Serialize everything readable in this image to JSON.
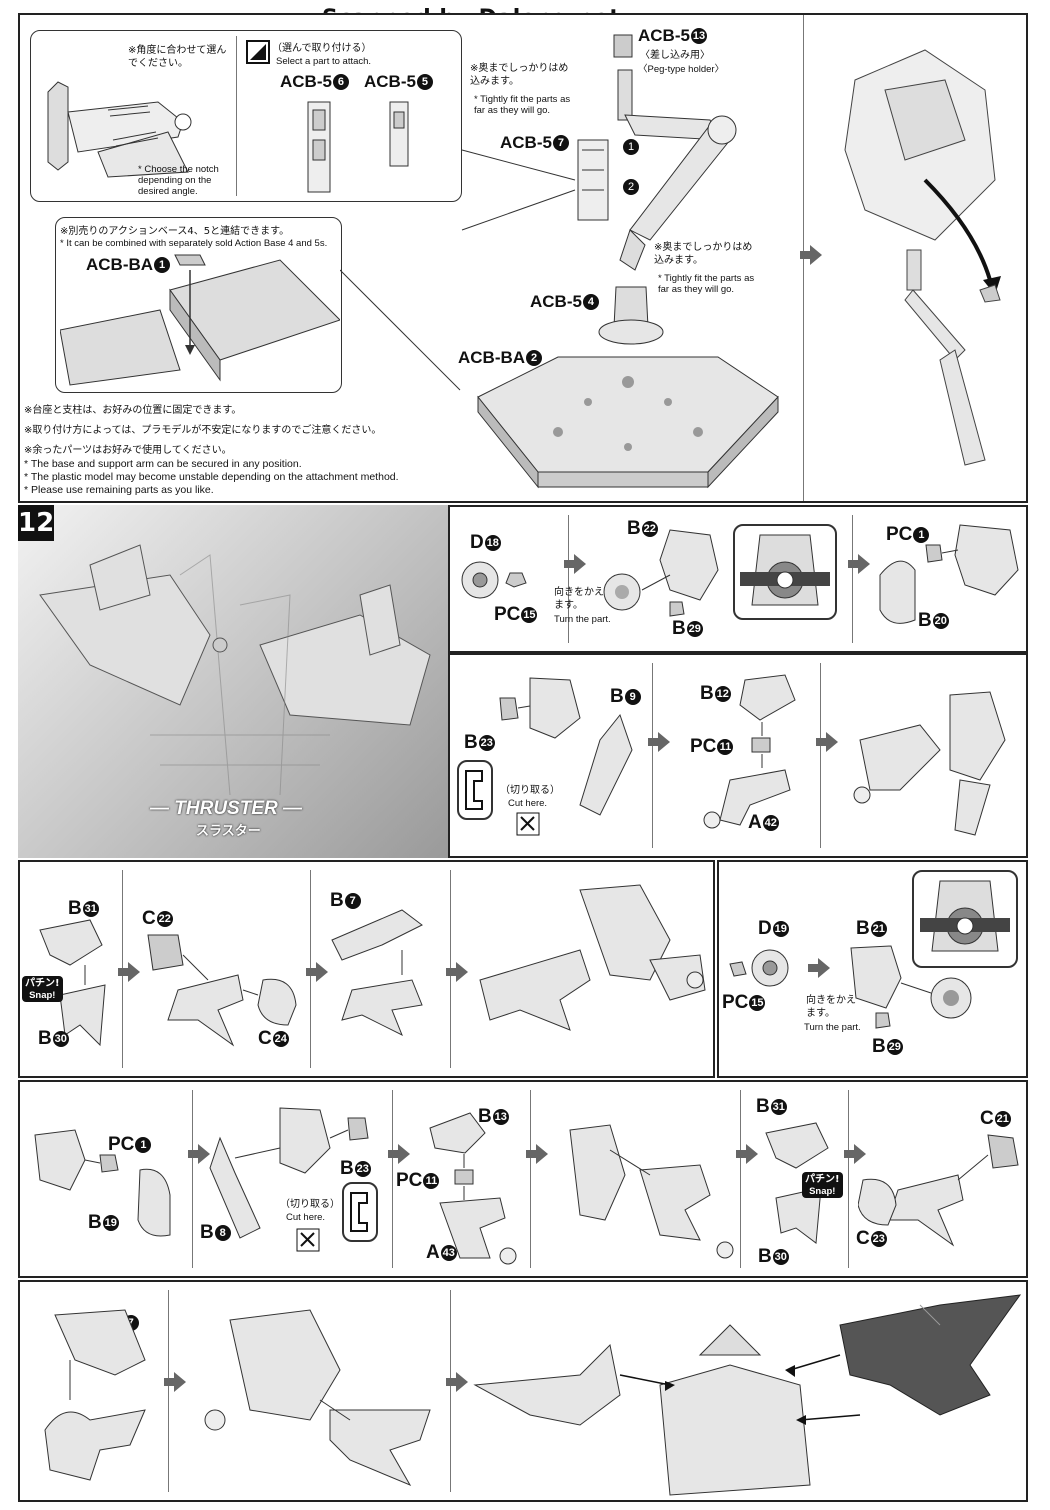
{
  "watermark": "Scanned by Dalong.net",
  "top_section": {
    "angle_note_jp": "※角度に合わせて選んでください。",
    "angle_note_en": "* Choose the notch depending on the desired angle.",
    "select_jp": "（選んで取り付ける）",
    "select_en": "Select a part to attach.",
    "select_parts": [
      {
        "label": "ACB-5",
        "num": "6"
      },
      {
        "label": "ACB-5",
        "num": "5"
      }
    ],
    "fit_note1_jp": "※奥までしっかりはめ込みます。",
    "fit_note1_en": "* Tightly fit the parts as far as they will go.",
    "acb5_13": {
      "label": "ACB-5",
      "num": "13"
    },
    "peg_jp": "〈差し込み用〉",
    "peg_en": "〈Peg-type holder〉",
    "acb5_7": {
      "label": "ACB-5",
      "num": "7"
    },
    "step1": "1",
    "step2": "2",
    "fit_note2_jp": "※奥までしっかりはめ込みます。",
    "fit_note2_en": "* Tightly fit the parts as far as they will go.",
    "acb5_4": {
      "label": "ACB-5",
      "num": "4"
    },
    "acbba_2": {
      "label": "ACB-BA",
      "num": "2"
    },
    "combine_jp": "※別売りのアクションベース4、5と連結できます。",
    "combine_en": "* It can be combined with separately sold Action Base 4 and 5s.",
    "acbba_1": {
      "label": "ACB-BA",
      "num": "1"
    },
    "notes_jp": [
      "※台座と支柱は、お好みの位置に固定できます。",
      "※取り付け方によっては、プラモデルが不安定になりますのでご注意ください。",
      "※余ったパーツはお好みで使用してください。"
    ],
    "notes_en": [
      "* The base and support arm can be secured in any position.",
      "* The plastic model may become unstable depending on the attachment method.",
      "* Please use remaining parts as you like."
    ]
  },
  "step12": {
    "number": "12",
    "title_en": "— THRUSTER —",
    "title_jp": "スラスター"
  },
  "row1": {
    "d18": {
      "label": "D",
      "num": "18"
    },
    "pc15": {
      "label": "PC",
      "num": "15"
    },
    "turn_jp": "向きをかえます。",
    "turn_en": "Turn the part.",
    "b22": {
      "label": "B",
      "num": "22"
    },
    "b29": {
      "label": "B",
      "num": "29"
    },
    "pc1": {
      "label": "PC",
      "num": "1"
    },
    "b20": {
      "label": "B",
      "num": "20"
    }
  },
  "row2": {
    "b23": {
      "label": "B",
      "num": "23"
    },
    "b9": {
      "label": "B",
      "num": "9"
    },
    "cut_jp": "（切り取る）",
    "cut_en": "Cut here.",
    "b12": {
      "label": "B",
      "num": "12"
    },
    "pc11": {
      "label": "PC",
      "num": "11"
    },
    "a42": {
      "label": "A",
      "num": "42"
    }
  },
  "row3": {
    "b31": {
      "label": "B",
      "num": "31"
    },
    "c22": {
      "label": "C",
      "num": "22"
    },
    "snap_jp": "パチン!",
    "snap_en": "Snap!",
    "b30": {
      "label": "B",
      "num": "30"
    },
    "c24": {
      "label": "C",
      "num": "24"
    },
    "b7": {
      "label": "B",
      "num": "7"
    },
    "d19": {
      "label": "D",
      "num": "19"
    },
    "pc15": {
      "label": "PC",
      "num": "15"
    },
    "b21": {
      "label": "B",
      "num": "21"
    },
    "turn_jp": "向きをかえます。",
    "turn_en": "Turn the part.",
    "b29": {
      "label": "B",
      "num": "29"
    }
  },
  "row4": {
    "pc1": {
      "label": "PC",
      "num": "1"
    },
    "b19": {
      "label": "B",
      "num": "19"
    },
    "b8": {
      "label": "B",
      "num": "8"
    },
    "b23": {
      "label": "B",
      "num": "23"
    },
    "cut_jp": "（切り取る）",
    "cut_en": "Cut here.",
    "b13": {
      "label": "B",
      "num": "13"
    },
    "pc11": {
      "label": "PC",
      "num": "11"
    },
    "a43": {
      "label": "A",
      "num": "43"
    },
    "b31": {
      "label": "B",
      "num": "31"
    },
    "snap_jp": "パチン!",
    "snap_en": "Snap!",
    "b30": {
      "label": "B",
      "num": "30"
    },
    "c21": {
      "label": "C",
      "num": "21"
    },
    "c23": {
      "label": "C",
      "num": "23"
    }
  },
  "row5": {
    "b7": {
      "label": "B",
      "num": "7"
    }
  }
}
